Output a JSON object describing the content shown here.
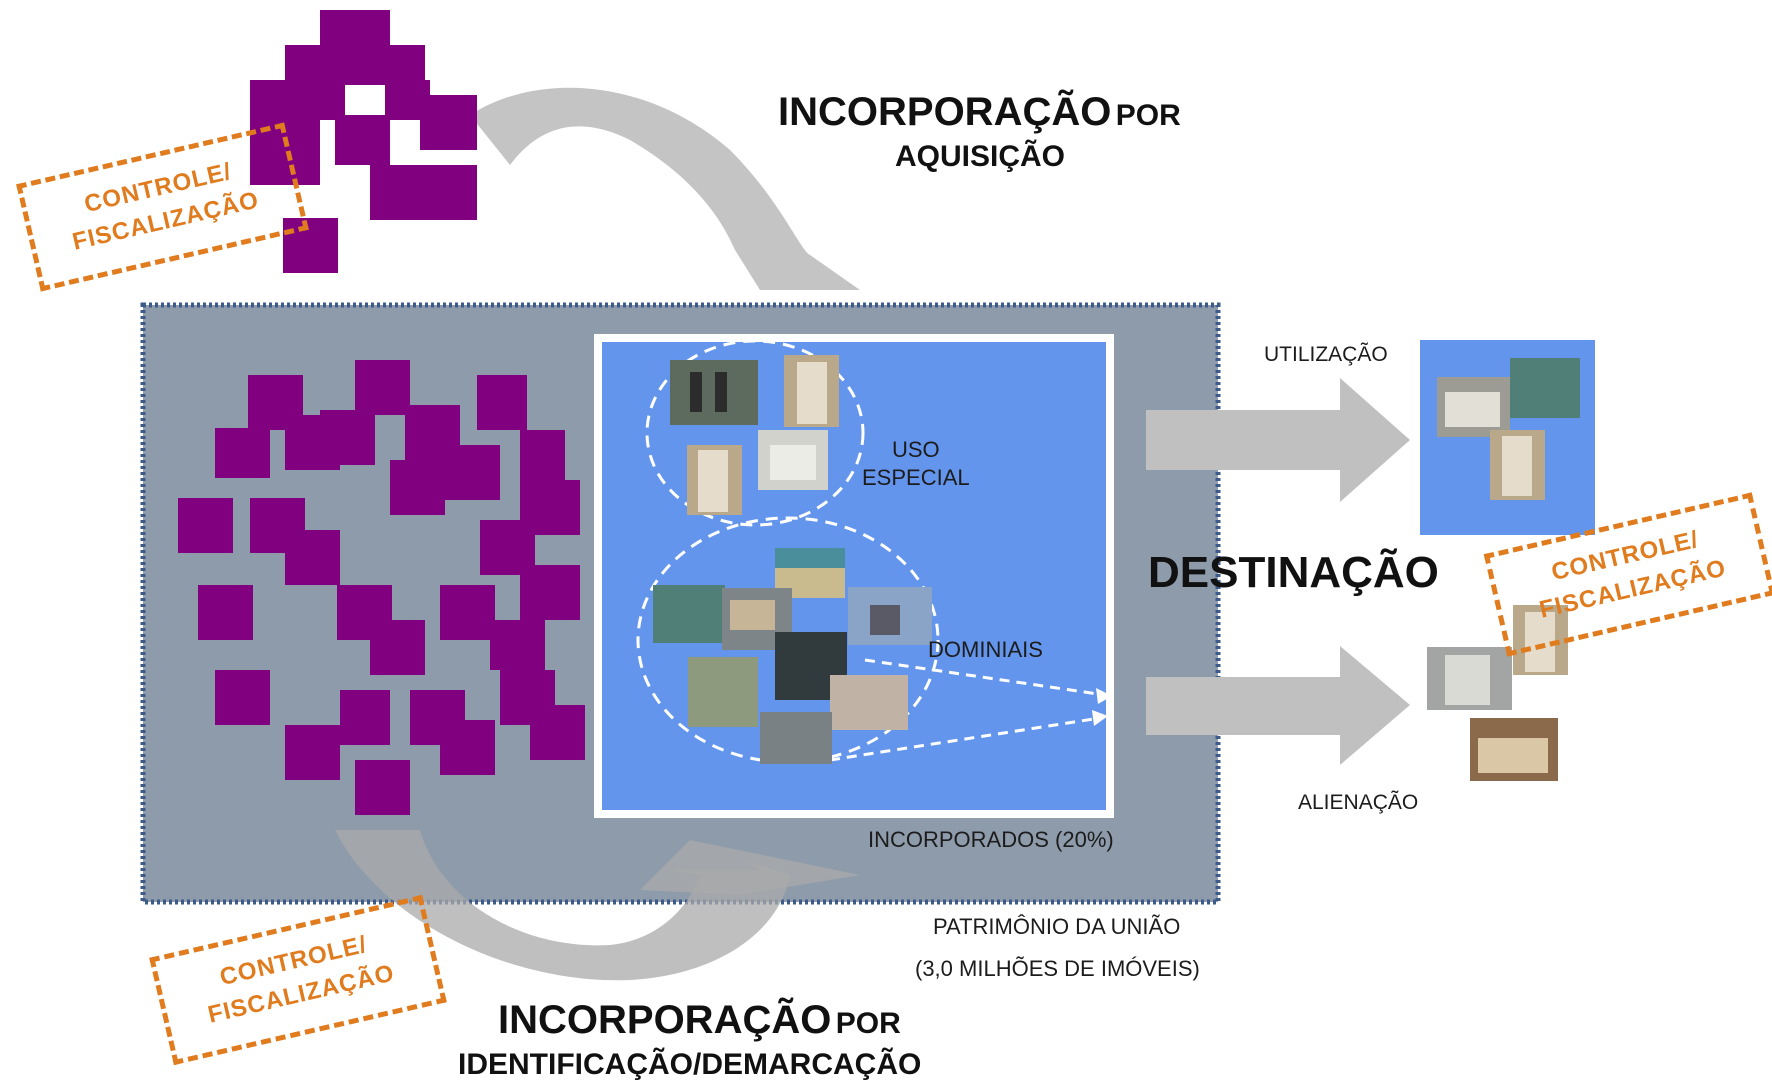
{
  "colors": {
    "purple": "#800080",
    "slate": "#8e9bab",
    "blue": "#6495ed",
    "orange": "#e07b1e",
    "gray_arrow": "#bdbdbd"
  },
  "top_incorporation": {
    "main": "INCORPORAÇÃO",
    "small": "POR",
    "sub": "AQUISIÇÃO"
  },
  "bottom_incorporation": {
    "main": "INCORPORAÇÃO",
    "small": "POR",
    "sub": "IDENTIFICAÇÃO/DEMARCAÇÃO"
  },
  "control_label": {
    "line1": "CONTROLE/",
    "line2": "FISCALIZAÇÃO"
  },
  "inner": {
    "uso_especial_line1": "USO",
    "uso_especial_line2": "ESPECIAL",
    "dominiais": "DOMINIAIS",
    "incorporados": "INCORPORADOS  (20%)"
  },
  "patrimonio": {
    "line1": "PATRIMÔNIO  DA UNIÃO",
    "line2": "(3,0 MILHÕES  DE IMÓVEIS)"
  },
  "destinacao": "DESTINAÇÃO",
  "utilizacao": "UTILIZAÇÃO",
  "alienacao": "ALIENAÇÃO",
  "icons": [
    "building-photo",
    "port-photo",
    "aerial-photo",
    "oil-platform-photo",
    "house-photo",
    "station-photo"
  ]
}
